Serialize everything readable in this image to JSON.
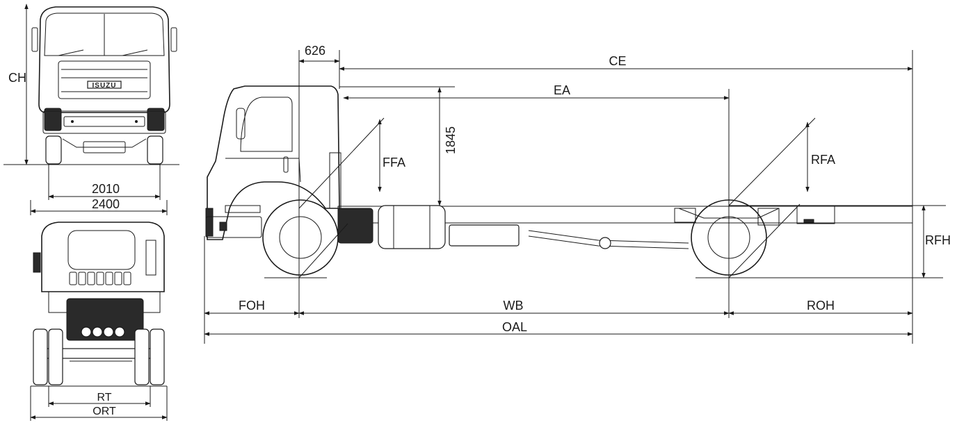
{
  "brand": "ISUZU",
  "dimensions": {
    "ch": "CH",
    "front_track": "2010",
    "overall_width": "2400",
    "rear_track": "RT",
    "overall_rear_track": "ORT",
    "cab_offset": "626",
    "ce": "CE",
    "ea": "EA",
    "cab_height_above_frame": "1845",
    "ffa": "FFA",
    "rfa": "RFA",
    "rfh": "RFH",
    "foh": "FOH",
    "wb": "WB",
    "roh": "ROH",
    "oal": "OAL"
  }
}
